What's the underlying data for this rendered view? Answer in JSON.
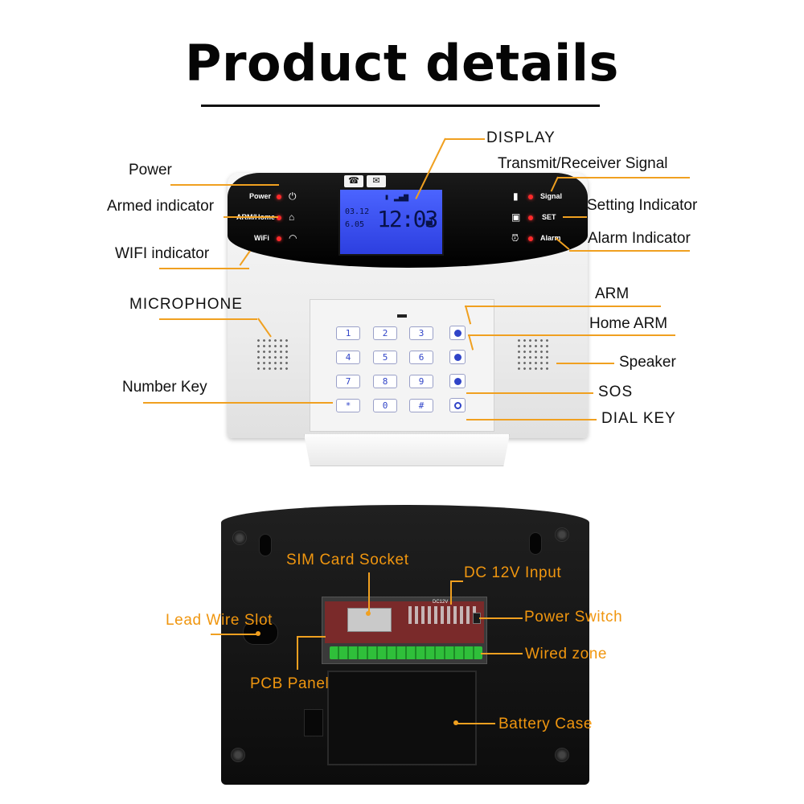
{
  "page": {
    "title": "Product details"
  },
  "front_labels": {
    "power": "Power",
    "armed_indicator": "Armed indicator",
    "wifi_indicator": "WIFI indicator",
    "microphone": "MICROPHONE",
    "number_key": "Number Key",
    "display": "DISPLAY",
    "transmit_receiver_signal": "Transmit/Receiver Signal",
    "setting_indicator": "Setting Indicator",
    "alarm_indicator": "Alarm Indicator",
    "arm": "ARM",
    "home_arm": "Home ARM",
    "speaker": "Speaker",
    "sos": "SOS",
    "dial_key": "DIAL KEY"
  },
  "device_front": {
    "left_leds": [
      "Power",
      "ARM/Home",
      "WiFi"
    ],
    "right_leds": [
      "Signal",
      "SET",
      "Alarm"
    ],
    "lcd_date_top": "03.12",
    "lcd_date_bottom": "6.05",
    "lcd_time": "12:03",
    "keys": [
      "1",
      "2",
      "3",
      "4",
      "5",
      "6",
      "7",
      "8",
      "9",
      "*",
      "0",
      "#"
    ]
  },
  "back_labels": {
    "sim_card_socket": "SIM Card Socket",
    "dc_input": "DC 12V Input",
    "lead_wire_slot": "Lead Wire Slot",
    "power_switch": "Power Switch",
    "wired_zone": "Wired zone",
    "pcb_panel": "PCB Panel",
    "battery_case": "Battery Case"
  },
  "device_back": {
    "pcb_dc_label": "DC12V"
  },
  "colors": {
    "callout_line": "#f0a020",
    "back_label_text": "#f0960f",
    "led": "#ff2a2a",
    "lcd_backlight": "#3a52f0"
  }
}
